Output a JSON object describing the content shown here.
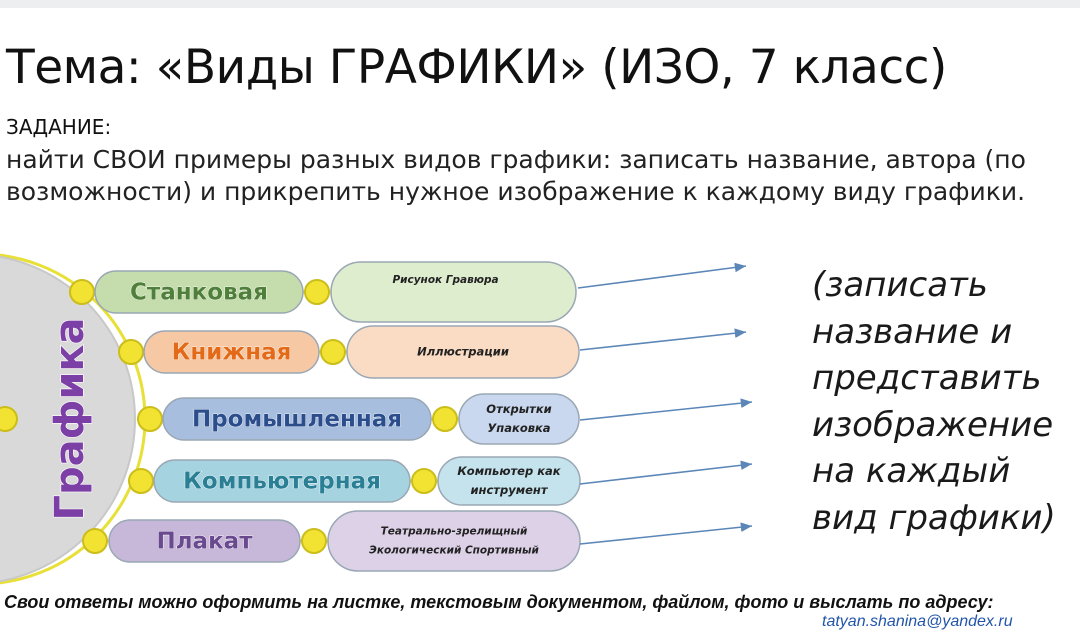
{
  "title": "Тема: «Виды ГРАФИКИ» (ИЗО, 7 класс)",
  "task": {
    "heading": "ЗАДАНИЕ:",
    "text": "найти СВОИ примеры разных видов графики: записать название, автора (по возможности) и прикрепить нужное изображение к каждому виду графики."
  },
  "diagram": {
    "center_label": "Графика",
    "center_color": "#7b3fa6",
    "branches": [
      {
        "label": "Станковая",
        "label_color": "#4f7f3a",
        "fill": "#c5dcac",
        "bubble_fill": "#dfedcf",
        "bubble_lines": [
          "Рисунок  Гравюра"
        ]
      },
      {
        "label": "Книжная",
        "label_color": "#e36a18",
        "fill": "#f6c9a4",
        "bubble_fill": "#fadbc3",
        "bubble_lines": [
          "Иллюстрации"
        ]
      },
      {
        "label": "Промышленная",
        "label_color": "#2c4d8c",
        "fill": "#a7bedf",
        "bubble_fill": "#c9d8ee",
        "bubble_lines": [
          "Открытки",
          "Упаковка"
        ]
      },
      {
        "label": "Компьютерная",
        "label_color": "#2a7f95",
        "fill": "#a5d3e0",
        "bubble_fill": "#c4e3ec",
        "bubble_lines": [
          "Компьютер как",
          "инструмент"
        ]
      },
      {
        "label": "Плакат",
        "label_color": "#6a4a8e",
        "fill": "#c7b7d8",
        "bubble_fill": "#ddd1e8",
        "bubble_lines": [
          "Театрально-зрелищный",
          "Экологический  Спортивный"
        ]
      }
    ]
  },
  "side_note": "(записать название и представить изображение на каждый вид графики)",
  "footer": "Свои ответы можно оформить на листке, текстовым документом, файлом, фото и выслать по адресу:",
  "footer_email": "tatyan.shanina@yandex.ru"
}
